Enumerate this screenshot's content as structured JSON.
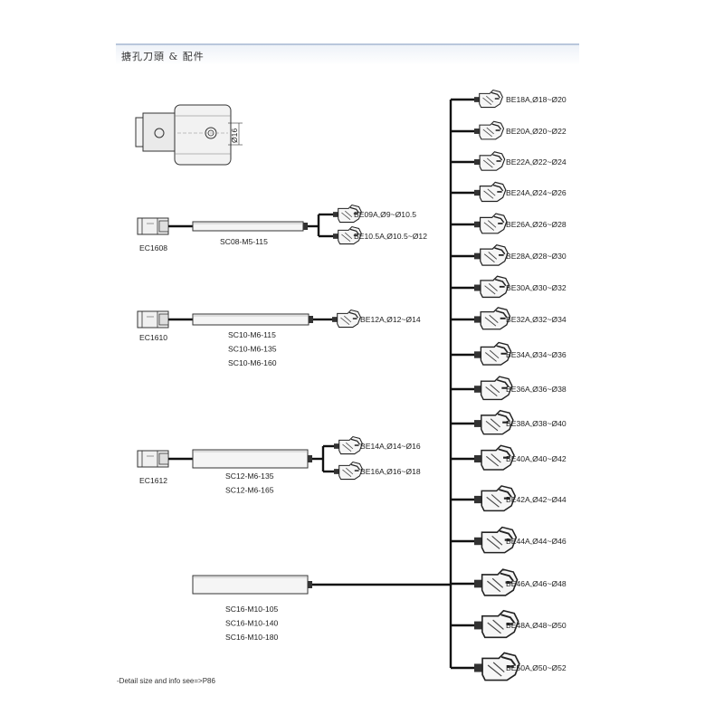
{
  "header": {
    "title": "搪孔刀頭 & 配件"
  },
  "adapter": {
    "dim_label": "Ø16"
  },
  "groups": [
    {
      "ec": "EC1608",
      "sc": [
        "SC08-M5-115"
      ],
      "heads": [
        "BE09A,Ø9~Ø10.5",
        "BE10.5A,Ø10.5~Ø12"
      ]
    },
    {
      "ec": "EC1610",
      "sc": [
        "SC10-M6-115",
        "SC10-M6-135",
        "SC10-M6-160"
      ],
      "heads": [
        "BE12A,Ø12~Ø14"
      ]
    },
    {
      "ec": "EC1612",
      "sc": [
        "SC12-M6-135",
        "SC12-M6-165"
      ],
      "heads": [
        "BE14A,Ø14~Ø16",
        "BE16A,Ø16~Ø18"
      ]
    },
    {
      "ec": "",
      "sc": [
        "SC16-M10-105",
        "SC16-M10-140",
        "SC16-M10-180"
      ],
      "heads": []
    }
  ],
  "right_heads": [
    "BE18A,Ø18~Ø20",
    "BE20A,Ø20~Ø22",
    "BE22A,Ø22~Ø24",
    "BE24A,Ø24~Ø26",
    "BE26A,Ø26~Ø28",
    "BE28A,Ø28~Ø30",
    "BE30A,Ø30~Ø32",
    "BE32A,Ø32~Ø34",
    "BE34A,Ø34~Ø36",
    "BE36A,Ø36~Ø38",
    "BE38A,Ø38~Ø40",
    "BE40A,Ø40~Ø42",
    "BE42A,Ø42~Ø44",
    "BE44A,Ø44~Ø46",
    "BE46A,Ø46~Ø48",
    "BE48A,Ø48~Ø50",
    "BE50A,Ø50~Ø52"
  ],
  "footnote": "-Detail size and info see=>P86"
}
